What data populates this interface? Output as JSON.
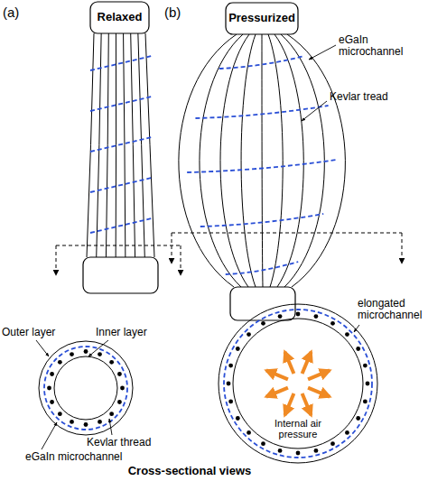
{
  "diagram": {
    "labels": [
      "(a)",
      "Relaxed",
      "(b)",
      "Pressurized",
      "eGaIn microchannel",
      "Kevlar tread",
      "Outer layer",
      "Inner layer",
      "Kevlar thread",
      "eGaIn microchannel",
      "elongated microchannel",
      "Internal air pressure",
      "Cross-sectional views"
    ]
  }
}
